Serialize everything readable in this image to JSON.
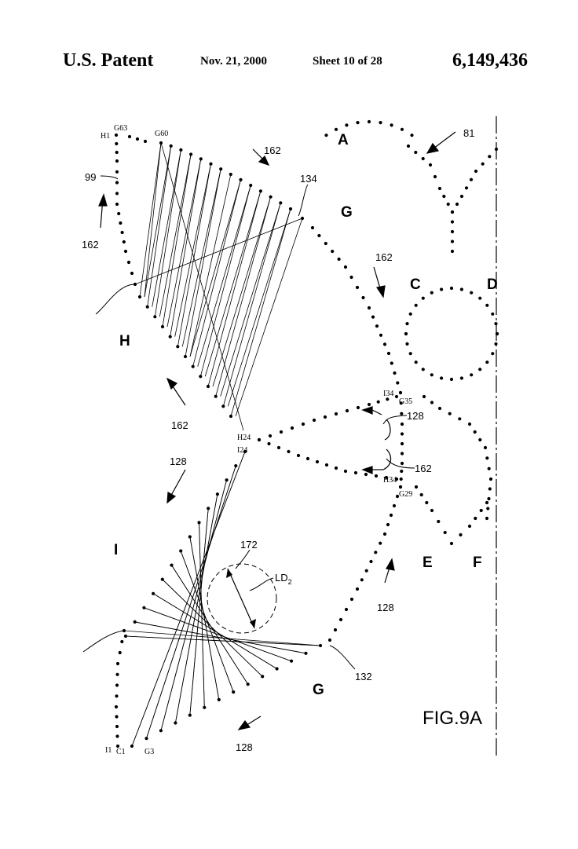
{
  "header": {
    "title": "U.S. Patent",
    "date": "Nov. 21, 2000",
    "sheet": "Sheet 10 of 28",
    "patent_number": "6,149,436"
  },
  "figure": {
    "caption": "FIG.9A",
    "region_labels": {
      "a": "A",
      "c": "C",
      "d": "D",
      "e": "E",
      "f": "F",
      "g_top": "G",
      "g_bottom": "G",
      "h": "H",
      "i": "I"
    },
    "reference_numerals": {
      "n81": "81",
      "n99": "99",
      "n134": "134",
      "n132": "132",
      "n172": "172",
      "n162_a": "162",
      "n162_b": "162",
      "n162_c": "162",
      "n162_d": "162",
      "n162_e": "162",
      "n128_a": "128",
      "n128_b": "128",
      "n128_c": "128",
      "n128_d": "128"
    },
    "point_labels": {
      "h1": "H1",
      "g63": "G63",
      "g60": "G60",
      "i34": "I34",
      "g35": "G35",
      "h24": "H24",
      "i24": "I24",
      "h34": "H34",
      "g29": "G29",
      "i1": "I1",
      "c1": "C1",
      "g3": "G3"
    },
    "dimension_label": {
      "base": "LD",
      "sub": "2"
    }
  }
}
